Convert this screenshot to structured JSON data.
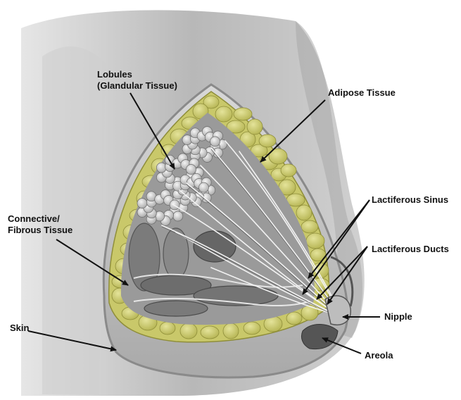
{
  "labels": {
    "lobules_line1": "Lobules",
    "lobules_line2": "(Glandular Tissue)",
    "adipose": "Adipose Tissue",
    "lactiferous_sinus": "Lactiferous Sinus",
    "lactiferous_ducts": "Lactiferous Ducts",
    "connective_line1": "Connective/",
    "connective_line2": "Fibrous Tissue",
    "skin": "Skin",
    "nipple": "Nipple",
    "areola": "Areola"
  },
  "colors": {
    "adipose": "#c9c86a",
    "adipose_dark": "#8f8e3a",
    "skin_gray": "#bdbdbd",
    "shadow_gray": "#8c8c8c",
    "lobule": "#d9d9d9",
    "muscle_dark": "#6e6e6e"
  }
}
